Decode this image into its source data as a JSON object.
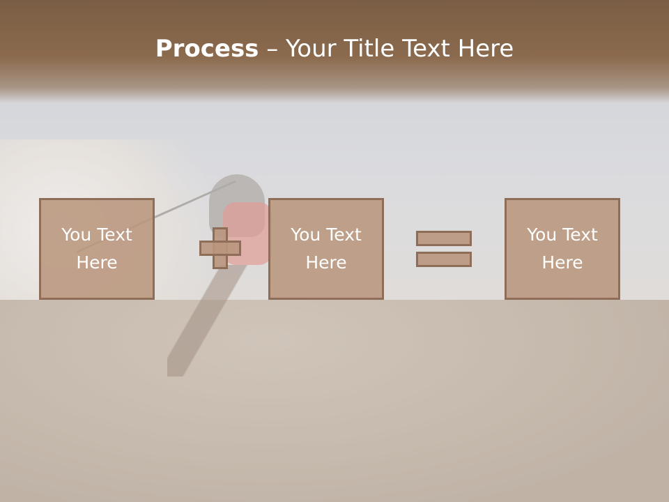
{
  "slide": {
    "title_bold": "Process",
    "title_rest": " – Your Title Text Here",
    "boxes": [
      {
        "text": "You Text Here"
      },
      {
        "text": "You Text Here"
      },
      {
        "text": "You Text Here"
      }
    ],
    "operators": [
      "plus",
      "equals"
    ]
  },
  "colors": {
    "title_band": "#7a5e45",
    "box_fill": "#b9967d",
    "box_border": "#8e6e58",
    "text": "#ffffff"
  }
}
